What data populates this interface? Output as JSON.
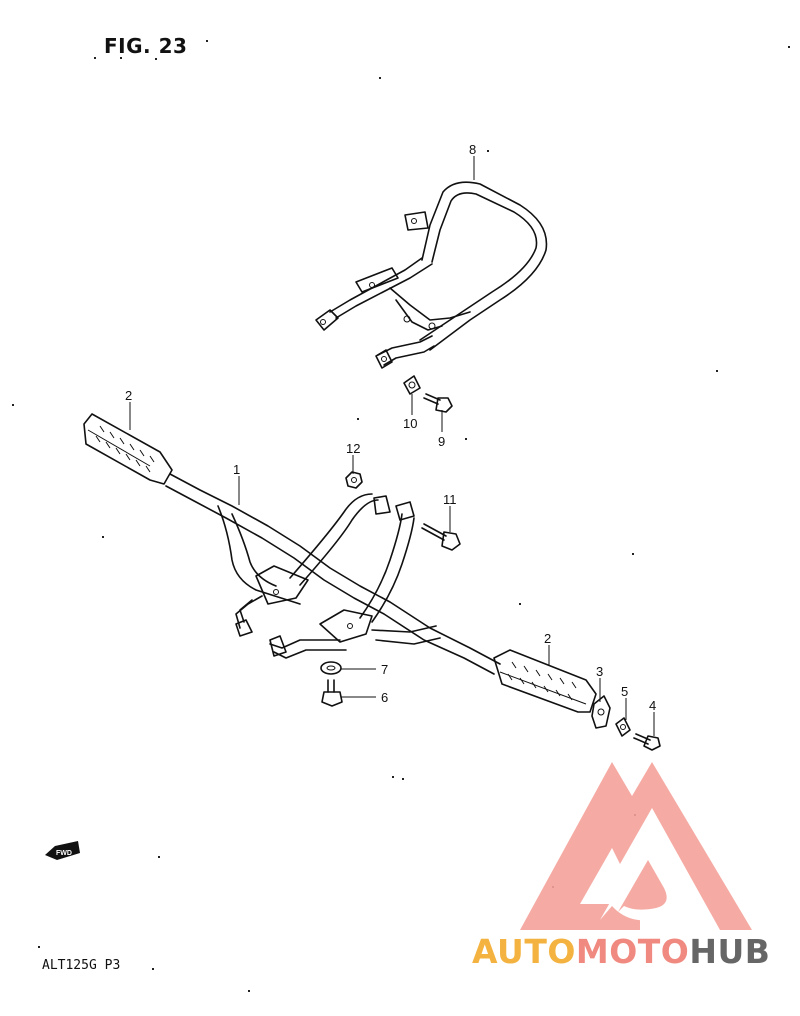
{
  "figure": {
    "title": "FIG. 23"
  },
  "footer": {
    "model_code": "ALT125G P3"
  },
  "fwd_label": "FWD",
  "watermark": {
    "text_parts": [
      "AUTO",
      "MOTO",
      "HUB"
    ],
    "colors": [
      "#f4b340",
      "#f08a80",
      "#666666"
    ],
    "logo_color": "#f08a80"
  },
  "callouts": [
    "1",
    "2",
    "2",
    "3",
    "4",
    "5",
    "6",
    "7",
    "8",
    "9",
    "10",
    "11",
    "12"
  ]
}
